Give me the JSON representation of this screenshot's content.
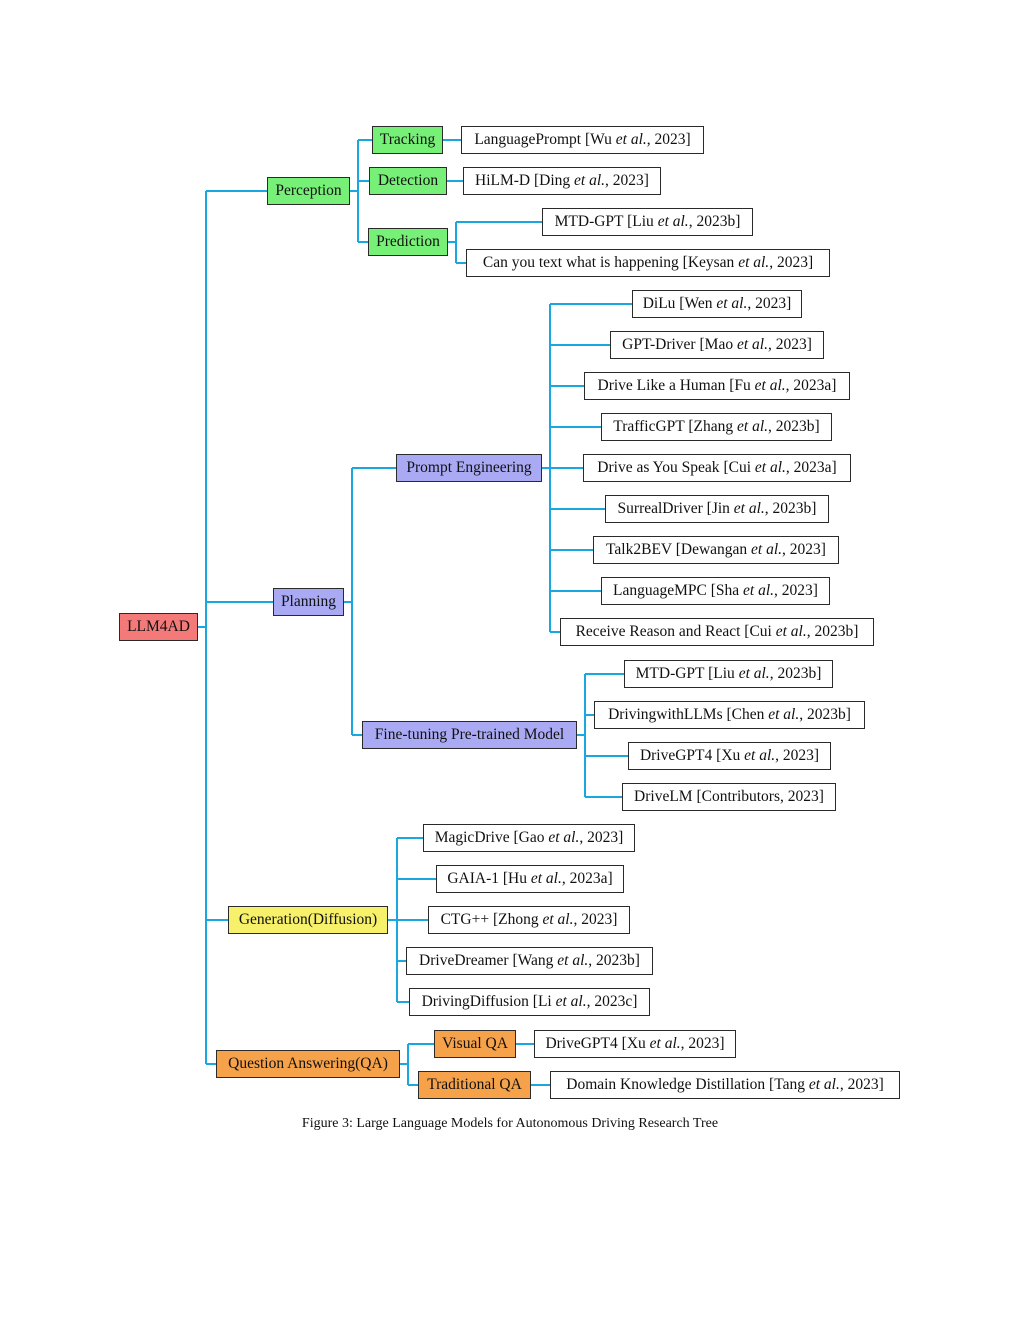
{
  "root": "LLM4AD",
  "categories": {
    "perception": "Perception",
    "planning": "Planning",
    "generation": "Generation(Diffusion)",
    "qa": "Question Answering(QA)"
  },
  "subcategories": {
    "tracking": "Tracking",
    "detection": "Detection",
    "prediction": "Prediction",
    "prompt_engineering": "Prompt Engineering",
    "fine_tuning": "Fine-tuning Pre-trained Model",
    "visual_qa": "Visual QA",
    "traditional_qa": "Traditional QA"
  },
  "leaves": {
    "tracking": [
      {
        "name": "LanguagePrompt",
        "author": "Wu",
        "year": "2023"
      }
    ],
    "detection": [
      {
        "name": "HiLM-D",
        "author": "Ding",
        "year": "2023"
      }
    ],
    "prediction": [
      {
        "name": "MTD-GPT",
        "author": "Liu",
        "year": "2023b"
      },
      {
        "name": "Can you text what is happening",
        "author": "Keysan",
        "year": "2023"
      }
    ],
    "prompt_engineering": [
      {
        "name": "DiLu",
        "author": "Wen",
        "year": "2023"
      },
      {
        "name": "GPT-Driver",
        "author": "Mao",
        "year": "2023"
      },
      {
        "name": "Drive Like a Human",
        "author": "Fu",
        "year": "2023a"
      },
      {
        "name": "TrafficGPT",
        "author": "Zhang",
        "year": "2023b"
      },
      {
        "name": "Drive as You Speak",
        "author": "Cui",
        "year": "2023a"
      },
      {
        "name": "SurrealDriver",
        "author": "Jin",
        "year": "2023b"
      },
      {
        "name": "Talk2BEV",
        "author": "Dewangan",
        "year": "2023"
      },
      {
        "name": "LanguageMPC",
        "author": "Sha",
        "year": "2023"
      },
      {
        "name": "Receive Reason and React",
        "author": "Cui",
        "year": "2023b"
      }
    ],
    "fine_tuning": [
      {
        "name": "MTD-GPT",
        "author": "Liu",
        "year": "2023b"
      },
      {
        "name": "DrivingwithLLMs",
        "author": "Chen",
        "year": "2023b"
      },
      {
        "name": "DriveGPT4",
        "author": "Xu",
        "year": "2023"
      },
      {
        "name": "DriveLM",
        "author": "Contributors",
        "year": "2023",
        "no_etal": true
      }
    ],
    "generation": [
      {
        "name": "MagicDrive",
        "author": "Gao",
        "year": "2023"
      },
      {
        "name": "GAIA-1",
        "author": "Hu",
        "year": "2023a"
      },
      {
        "name": "CTG++",
        "author": "Zhong",
        "year": "2023"
      },
      {
        "name": "DriveDreamer",
        "author": "Wang",
        "year": "2023b"
      },
      {
        "name": "DrivingDiffusion",
        "author": "Li",
        "year": "2023c"
      }
    ],
    "visual_qa": [
      {
        "name": "DriveGPT4",
        "author": "Xu",
        "year": "2023"
      }
    ],
    "traditional_qa": [
      {
        "name": "Domain Knowledge Distillation",
        "author": "Tang",
        "year": "2023"
      }
    ]
  },
  "etal": "et al.",
  "caption": "Figure 3: Large Language Models for Autonomous Driving Research Tree",
  "colors": {
    "line": "#1aa7e0",
    "root": "#f47a7a",
    "perception": "#77f077",
    "planning": "#aaaaf4",
    "generation": "#f6f06a",
    "qa": "#f6a24a"
  }
}
